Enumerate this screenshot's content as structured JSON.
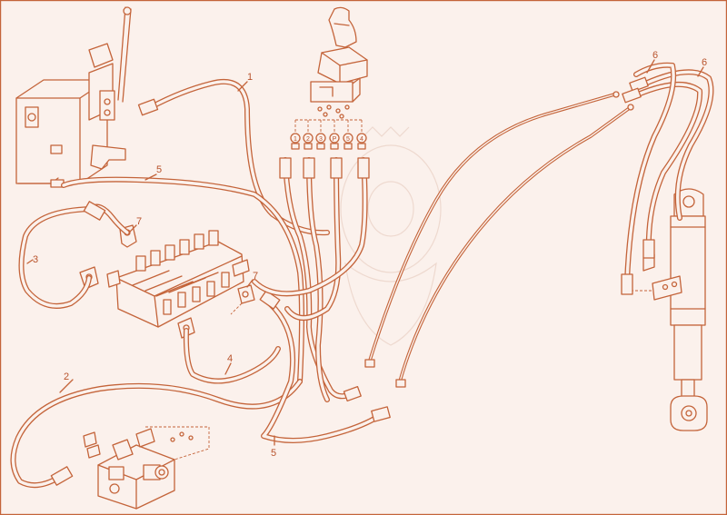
{
  "callouts": {
    "c1": "1",
    "c2": "2",
    "c3": "3",
    "c4": "4",
    "c5_top": "5",
    "c5_bottom": "5",
    "c6_left": "6",
    "c6_right": "6",
    "c7_top": "7",
    "c7_mid": "7"
  },
  "port_tags": [
    "1",
    "2",
    "3",
    "P",
    "5",
    "4"
  ],
  "colors": {
    "line": "#c4643a",
    "background": "#fbf1ec"
  }
}
